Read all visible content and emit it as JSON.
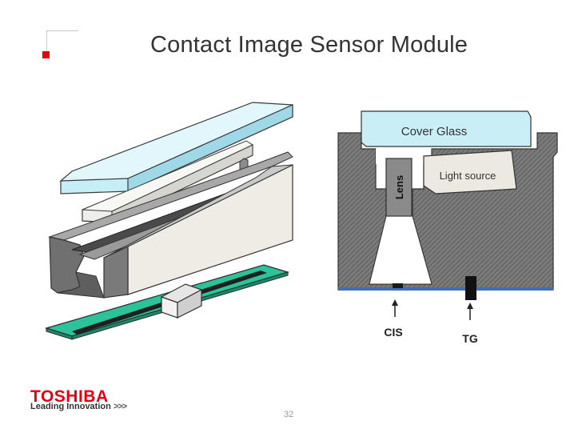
{
  "slide": {
    "title": "Contact Image Sensor Module",
    "page_number": "32"
  },
  "diagram": {
    "labels": {
      "cover_glass": "Cover Glass",
      "light_source": "Light source",
      "lens": "Lens",
      "cis": "CIS",
      "tg": "TG"
    }
  },
  "brand": {
    "logo": "TOSHIBA",
    "tagline": "Leading Innovation",
    "tagline_arrows": ">>>",
    "accent_color": "#e60012"
  }
}
